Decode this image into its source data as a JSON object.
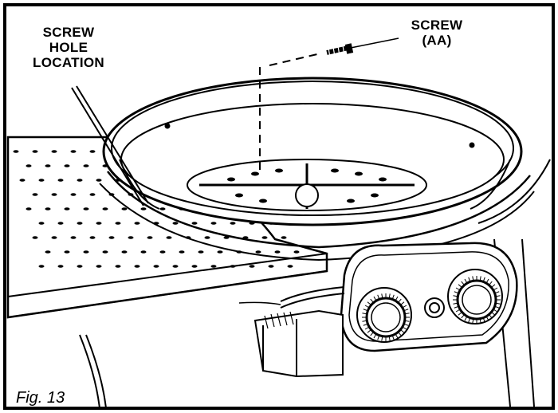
{
  "figure": {
    "caption": "Fig. 13",
    "callouts": {
      "screw_hole_location": [
        "SCREW",
        "HOLE",
        "LOCATION"
      ],
      "screw": [
        "SCREW",
        "(AA)"
      ]
    },
    "components": [
      "side-shelf",
      "burner-bowl",
      "screw",
      "control-knob-left",
      "control-knob-right",
      "igniter-button",
      "gas-valve-box"
    ]
  }
}
